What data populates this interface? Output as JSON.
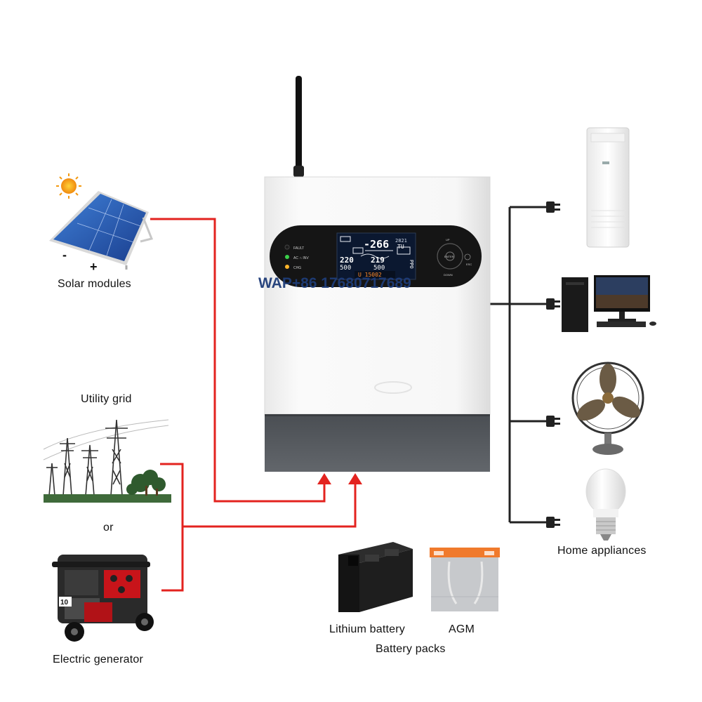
{
  "labels": {
    "solar": "Solar modules",
    "utility": "Utility grid",
    "or": "or",
    "generator": "Electric generator",
    "lithium": "Lithium battery",
    "agm": "AGM",
    "battery_packs": "Battery packs",
    "home_appliances": "Home appliances"
  },
  "solar_polarity": {
    "minus": "-",
    "plus": "+"
  },
  "watermark": "WAP+86 17680717689",
  "inverter": {
    "indicators": {
      "fault": "FAULT",
      "ac": "AC ∩ INV",
      "chg": "CHG"
    },
    "lcd": {
      "top_value": "-266",
      "top_right": "2821",
      "top_unit": "TU",
      "left_upper": "220",
      "left_lower": "500",
      "mid_upper": "219",
      "mid_lower": "500",
      "right_vertical": "PPO",
      "bottom": "U 15002"
    },
    "buttons": {
      "up": "UP",
      "enter": "ENTER",
      "down": "DOWN",
      "esc": "ESC"
    }
  },
  "generator_badge": "10",
  "colors": {
    "input_wire": "#e3231f",
    "output_wire": "#222222",
    "inverter_body": "#f4f4f4",
    "inverter_base": "#55595e",
    "lcd_bg": "#0b1830",
    "panel_bg": "#151515",
    "agm_accent": "#f07a2c"
  }
}
